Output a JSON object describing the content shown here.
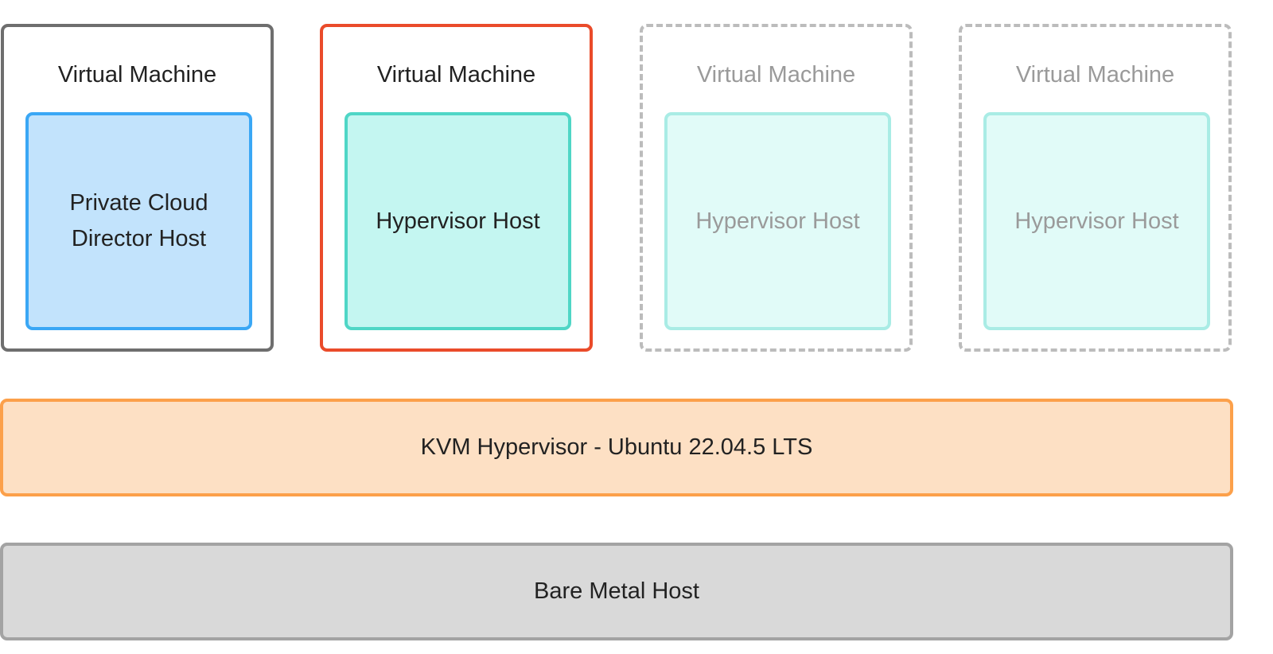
{
  "virtual_machines": [
    {
      "title": "Virtual Machine",
      "border_color": "#6e6e6e",
      "border_style": "solid",
      "inner": {
        "label": "Private Cloud\nDirector Host",
        "fill": "#c2e3fc",
        "border": "#3aa7f5",
        "faded": false
      }
    },
    {
      "title": "Virtual Machine",
      "border_color": "#ea4b2a",
      "border_style": "solid",
      "inner": {
        "label": "Hypervisor Host",
        "fill": "#c4f6f1",
        "border": "#4fd6c6",
        "faded": false
      }
    },
    {
      "title": "Virtual Machine",
      "border_color": "#bcbcbc",
      "border_style": "dashed",
      "inner": {
        "label": "Hypervisor Host",
        "fill": "#e1fbf8",
        "border": "#a9ece5",
        "faded": true
      }
    },
    {
      "title": "Virtual Machine",
      "border_color": "#bcbcbc",
      "border_style": "dashed",
      "inner": {
        "label": "Hypervisor Host",
        "fill": "#e1fbf8",
        "border": "#a9ece5",
        "faded": true
      }
    }
  ],
  "kvm_layer": {
    "label": "KVM Hypervisor - Ubuntu 22.04.5 LTS",
    "fill": "#fde0c4",
    "border": "#fca04a"
  },
  "bare_metal_layer": {
    "label": "Bare Metal Host",
    "fill": "#d9d9d9",
    "border": "#a3a3a3"
  }
}
